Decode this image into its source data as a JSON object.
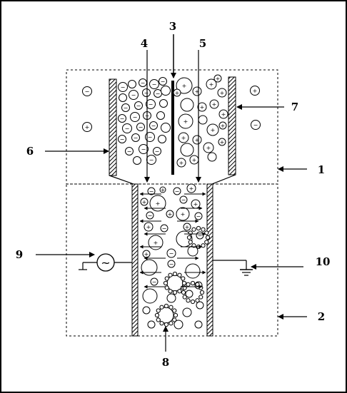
{
  "callouts": [
    {
      "id": "1",
      "label": "1"
    },
    {
      "id": "2",
      "label": "2"
    },
    {
      "id": "3",
      "label": "3"
    },
    {
      "id": "4",
      "label": "4"
    },
    {
      "id": "5",
      "label": "5"
    },
    {
      "id": "6",
      "label": "6"
    },
    {
      "id": "7",
      "label": "7"
    },
    {
      "id": "8",
      "label": "8"
    },
    {
      "id": "9",
      "label": "9"
    },
    {
      "id": "10",
      "label": "10"
    }
  ],
  "symbols": {
    "positive": "+",
    "negative": "−",
    "ac_source": "~"
  },
  "colors": {
    "ink": "#000000",
    "hatch": "#000000",
    "background": "#ffffff"
  }
}
